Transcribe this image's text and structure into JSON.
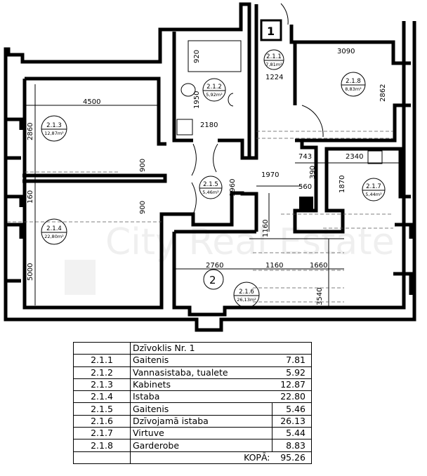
{
  "plan": {
    "entrance_number": "1",
    "zone_number": "2",
    "watermark": "City Real Estate",
    "rooms": [
      {
        "id": "2.1.1",
        "area": "7,81m²"
      },
      {
        "id": "2.1.2",
        "area": "5,92m²"
      },
      {
        "id": "2.1.3",
        "area": "12,87m²"
      },
      {
        "id": "2.1.4",
        "area": "22,80m²"
      },
      {
        "id": "2.1.5",
        "area": "5,46m²"
      },
      {
        "id": "2.1.6",
        "area": "26,13m²"
      },
      {
        "id": "2.1.7",
        "area": "5,44m²"
      },
      {
        "id": "2.1.8",
        "area": "8,83m²"
      }
    ],
    "dimensions": {
      "d4500": "4500",
      "d2860": "2860",
      "d160": "160",
      "d5000": "5000",
      "d900a": "900",
      "d900b": "900",
      "d920": "920",
      "d1950": "1950",
      "d2180": "2180",
      "d1224": "1224",
      "d3090": "3090",
      "d2862": "2862",
      "d743": "743",
      "d390": "390",
      "d2340": "2340",
      "d1970": "1970",
      "d560": "560",
      "d1870": "1870",
      "d1960": "1960",
      "d1160v": "1160",
      "d2760": "2760",
      "d1160h": "1160",
      "d1660": "1660",
      "d3540": "3540"
    }
  },
  "table": {
    "title": "Dzīvoklis Nr. 1",
    "rows": [
      {
        "no": "2.1.1",
        "name": "Gaitenis",
        "area": "7.81"
      },
      {
        "no": "2.1.2",
        "name": "Vannasistaba, tualete",
        "area": "5.92"
      },
      {
        "no": "2.1.3",
        "name": "Kabinets",
        "area": "12.87"
      },
      {
        "no": "2.1.4",
        "name": "Istaba",
        "area": "22.80"
      },
      {
        "no": "2.1.5",
        "name": "Gaitenis",
        "area": "5.46"
      },
      {
        "no": "2.1.6",
        "name": "Dzīvojamā istaba",
        "area": "26.13"
      },
      {
        "no": "2.1.7",
        "name": "Virtuve",
        "area": "5.44"
      },
      {
        "no": "2.1.8",
        "name": "Garderobe",
        "area": "8.83"
      }
    ],
    "total_label": "KOPĀ:",
    "total": "95.26"
  }
}
